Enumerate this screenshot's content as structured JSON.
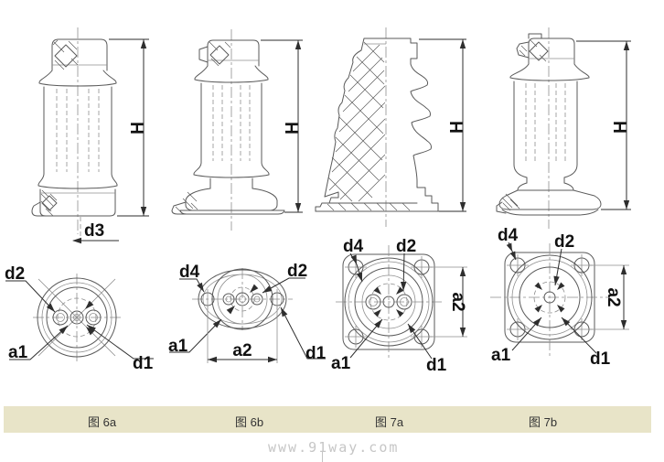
{
  "drawing": {
    "dims": {
      "H": "H",
      "d1": "d1",
      "d2": "d2",
      "d3": "d3",
      "d4": "d4",
      "a1": "a1",
      "a2": "a2"
    }
  },
  "captions": {
    "fig6a": "图 6a",
    "fig6b": "图 6b",
    "fig7a": "图 7a",
    "fig7b": "图 7b"
  },
  "watermark": {
    "text": "www.91way.com"
  },
  "colors": {
    "background": "#ffffff",
    "line": "#5a5a5a",
    "thin": "#8f8f8f",
    "dim": "#2e2e2e",
    "label": "#111111",
    "caption_bar": "#e8e4c8",
    "caption_text": "#333333",
    "watermark": "#c6c6c6"
  }
}
